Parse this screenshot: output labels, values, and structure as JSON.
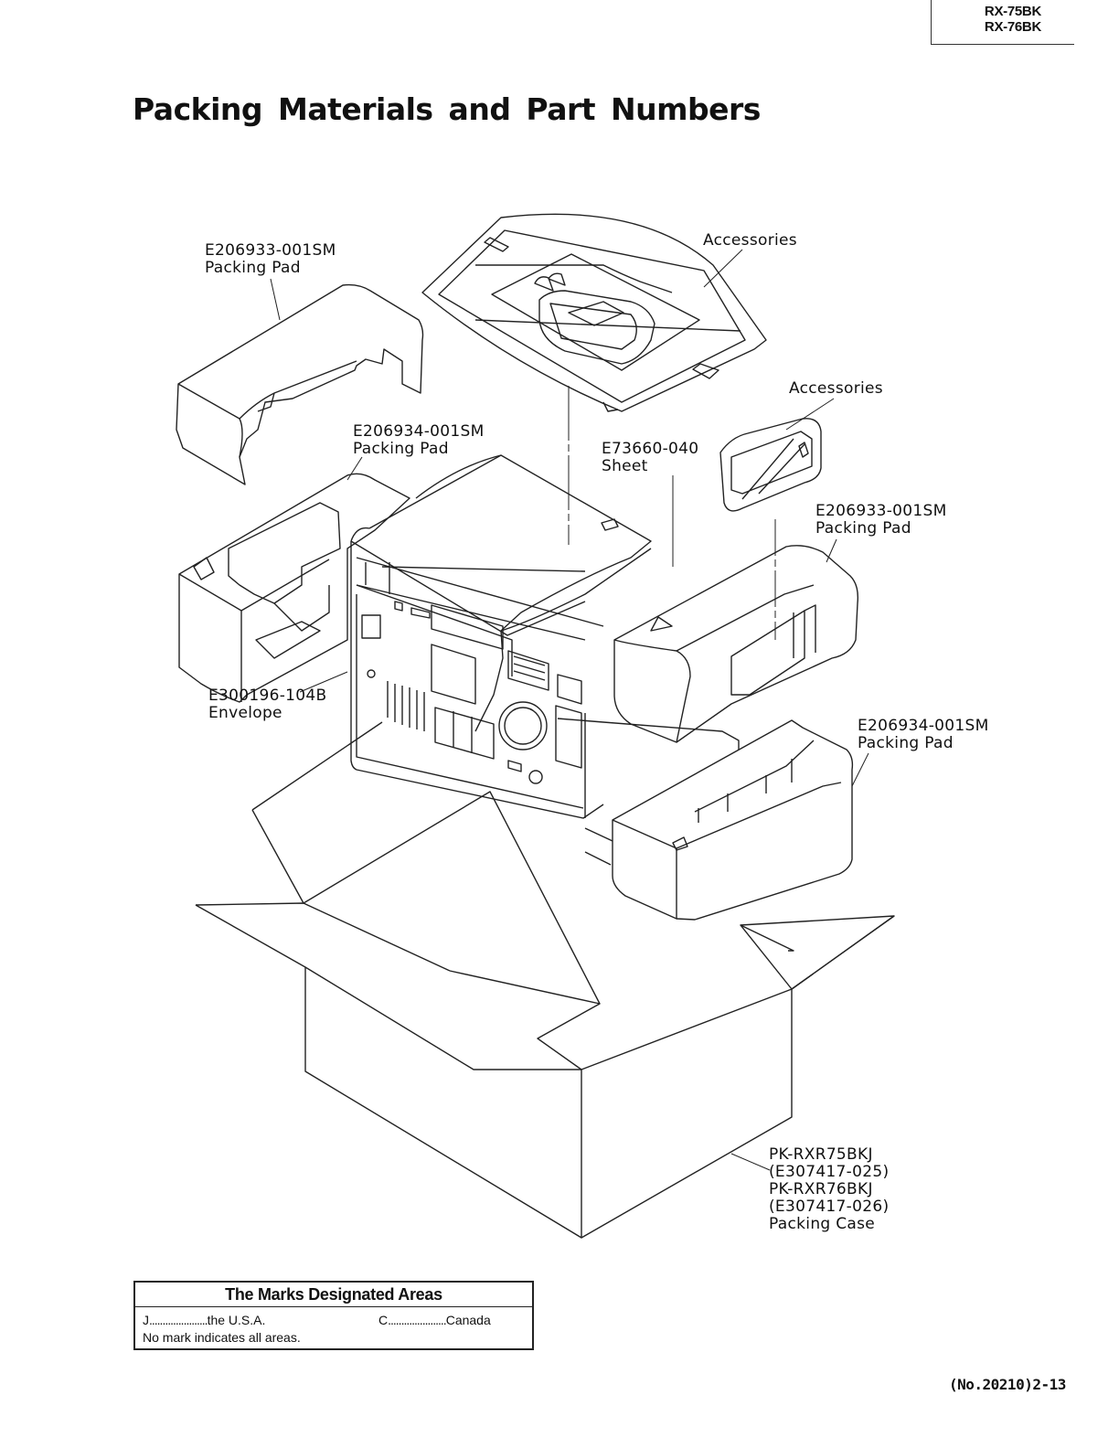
{
  "header": {
    "models": [
      "RX-75BK",
      "RX-76BK"
    ]
  },
  "page_title": "Packing  Materials  and Part  Numbers",
  "labels": {
    "pad_top_left": {
      "part": "E206933-001SM",
      "name": "Packing  Pad"
    },
    "accessories_top": {
      "name": "Accessories"
    },
    "accessories_right": {
      "name": "Accessories"
    },
    "pad_left": {
      "part": "E206934-001SM",
      "name": "Packing  Pad"
    },
    "sheet": {
      "part": "E73660-040",
      "name": "Sheet"
    },
    "pad_right_top": {
      "part": "E206933-001SM",
      "name": "Packing  Pad"
    },
    "envelope": {
      "part": "E300196-104B",
      "name": "Envelope"
    },
    "pad_right_bottom": {
      "part": "E206934-001SM",
      "name": "Packing  Pad"
    },
    "packing_case": {
      "lines": [
        "PK-RXR75BKJ",
        "(E307417-025)",
        "PK-RXR76BKJ",
        "(E307417-026)",
        "Packing  Case"
      ]
    }
  },
  "legend": {
    "title": "The Marks Designated Areas",
    "j_mark": "J",
    "j_area": "the U.S.A.",
    "c_mark": "C",
    "c_area": "Canada",
    "note": "No mark indicates all areas.",
    "dots": "......................"
  },
  "page_number": "(No.20210)2-13"
}
